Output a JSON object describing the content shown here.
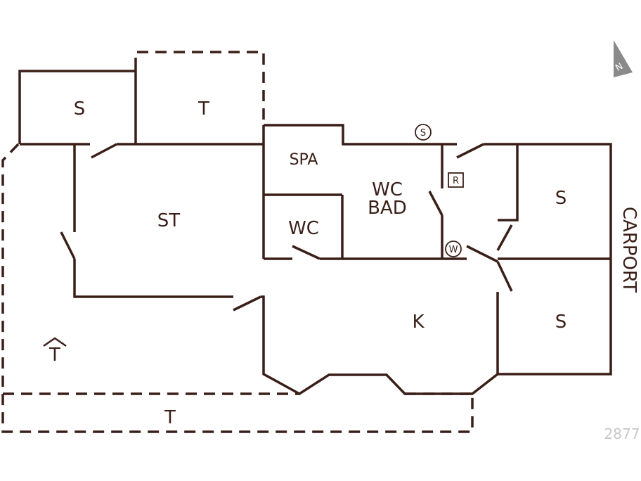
{
  "rooms": {
    "bedroom_top_left": "S",
    "terrace_top": "T",
    "spa": "SPA",
    "living": "ST",
    "wc": "WC",
    "wc_bad_line1": "WC",
    "wc_bad_line2": "BAD",
    "bedroom_right_top": "S",
    "kitchen": "K",
    "bedroom_right_bottom": "S",
    "terrace_bottom": "T",
    "entrance": "T",
    "carport": "CARPORT"
  },
  "symbols": {
    "s_circle": "S",
    "r_square": "R",
    "w_circle": "W",
    "north": "N"
  },
  "image_id": "2877"
}
